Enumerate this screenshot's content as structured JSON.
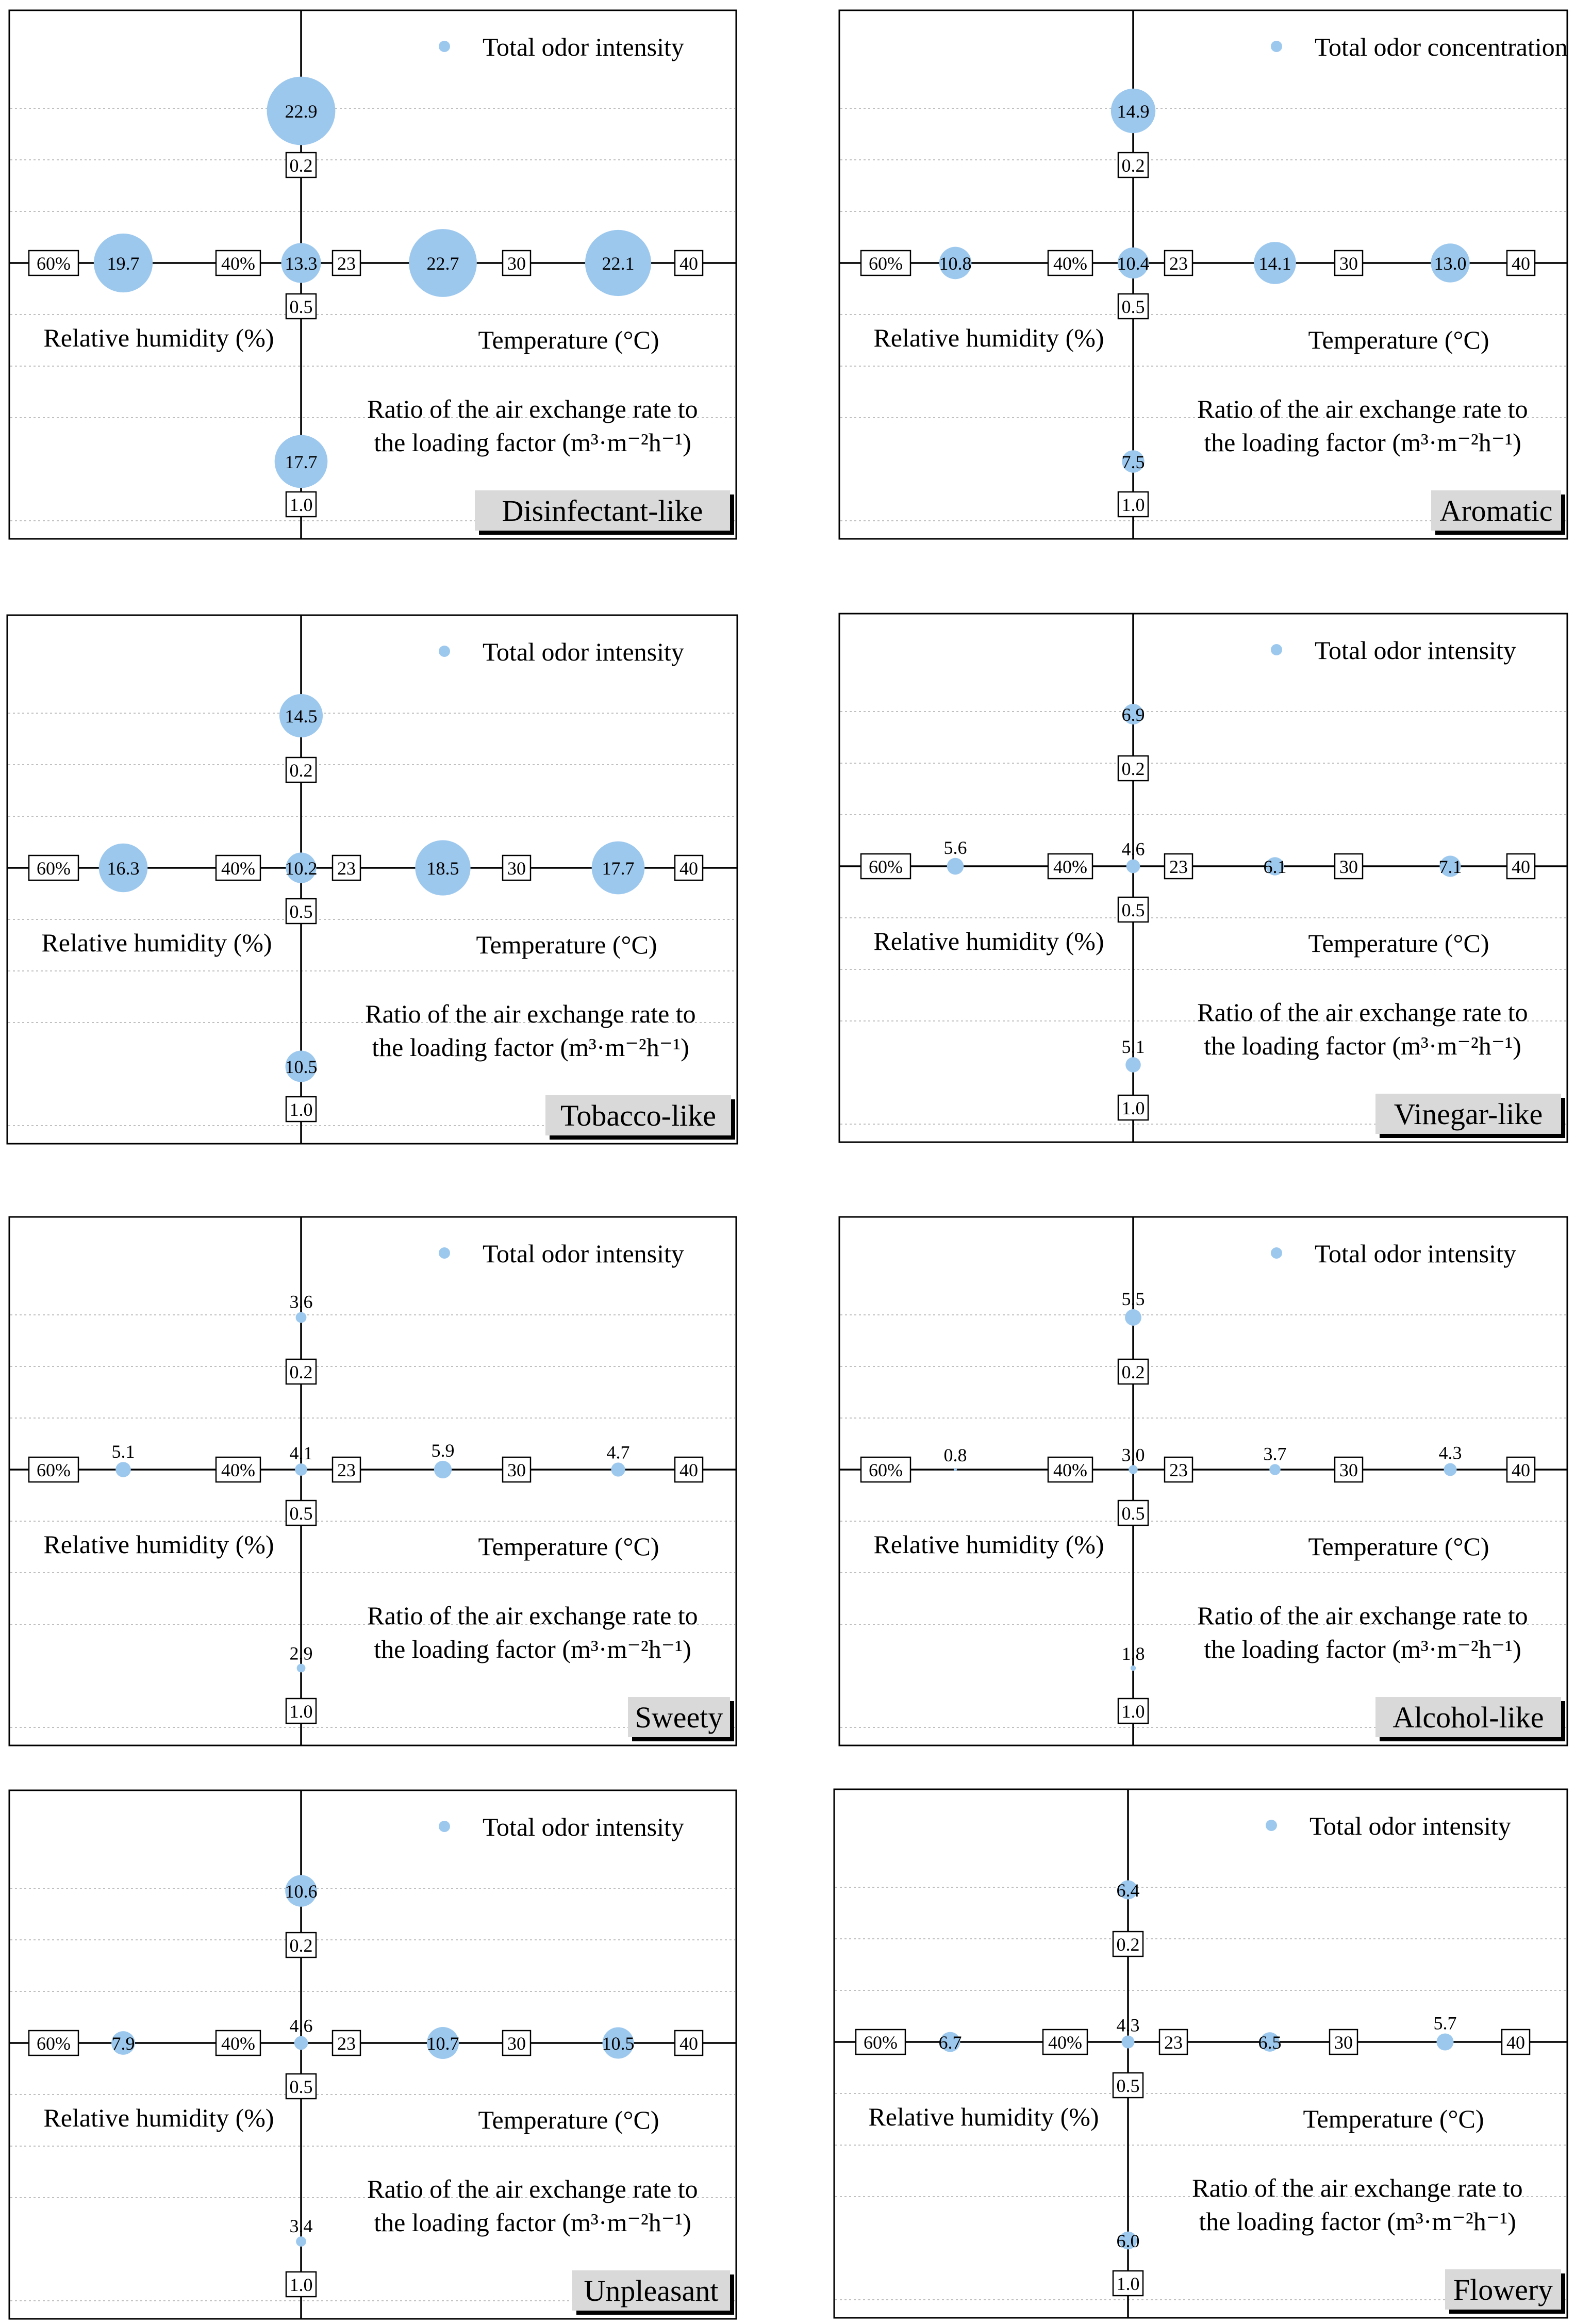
{
  "legend_marker_color": "#9dc8ee",
  "chart_data": [
    {
      "type": "scatter",
      "category": "Disinfectant-like",
      "legend": "Total odor intensity",
      "axis_titles": {
        "humidity": "Relative humidity (%)",
        "temperature": "Temperature (°C)",
        "ratio_line1": "Ratio of the air exchange rate to",
        "ratio_line2": "the loading factor (m³·m⁻²h⁻¹)"
      },
      "tick_labels": {
        "rh60": "60%",
        "rh40": "40%",
        "t23": "23",
        "t30": "30",
        "t40": "40",
        "r02": "0.2",
        "r05": "0.5",
        "r10": "1.0"
      },
      "points": [
        {
          "condition": "RH 60%",
          "value": 19.7,
          "label": "19.7"
        },
        {
          "condition": "RH 40% / 23 °C / 0.5",
          "value": 13.3,
          "label": "13.3"
        },
        {
          "condition": "30 °C",
          "value": 22.7,
          "label": "22.7"
        },
        {
          "condition": "40 °C",
          "value": 22.1,
          "label": "22.1"
        },
        {
          "condition": "0.2",
          "value": 22.9,
          "label": "22.9"
        },
        {
          "condition": "1.0",
          "value": 17.7,
          "label": "17.7"
        }
      ]
    },
    {
      "type": "scatter",
      "category": "Aromatic",
      "legend": "Total odor concentration",
      "axis_titles": {
        "humidity": "Relative humidity (%)",
        "temperature": "Temperature (°C)",
        "ratio_line1": "Ratio of the air exchange rate to",
        "ratio_line2": "the loading factor (m³·m⁻²h⁻¹)"
      },
      "tick_labels": {
        "rh60": "60%",
        "rh40": "40%",
        "t23": "23",
        "t30": "30",
        "t40": "40",
        "r02": "0.2",
        "r05": "0.5",
        "r10": "1.0"
      },
      "points": [
        {
          "condition": "RH 60%",
          "value": 10.8,
          "label": "10.8"
        },
        {
          "condition": "RH 40% / 23 °C / 0.5",
          "value": 10.4,
          "label": "10.4"
        },
        {
          "condition": "30 °C",
          "value": 14.1,
          "label": "14.1"
        },
        {
          "condition": "40 °C",
          "value": 13.0,
          "label": "13.0"
        },
        {
          "condition": "0.2",
          "value": 14.9,
          "label": "14.9"
        },
        {
          "condition": "1.0",
          "value": 7.5,
          "label": "7.5"
        }
      ]
    },
    {
      "type": "scatter",
      "category": "Tobacco-like",
      "legend": "Total odor intensity",
      "axis_titles": {
        "humidity": "Relative humidity (%)",
        "temperature": "Temperature (°C)",
        "ratio_line1": "Ratio of the air exchange rate to",
        "ratio_line2": "the loading factor (m³·m⁻²h⁻¹)"
      },
      "tick_labels": {
        "rh60": "60%",
        "rh40": "40%",
        "t23": "23",
        "t30": "30",
        "t40": "40",
        "r02": "0.2",
        "r05": "0.5",
        "r10": "1.0"
      },
      "points": [
        {
          "condition": "RH 60%",
          "value": 16.3,
          "label": "16.3"
        },
        {
          "condition": "RH 40% / 23 °C / 0.5",
          "value": 10.2,
          "label": "10.2"
        },
        {
          "condition": "30 °C",
          "value": 18.5,
          "label": "18.5"
        },
        {
          "condition": "40 °C",
          "value": 17.7,
          "label": "17.7"
        },
        {
          "condition": "0.2",
          "value": 14.5,
          "label": "14.5"
        },
        {
          "condition": "1.0",
          "value": 10.5,
          "label": "10.5"
        }
      ]
    },
    {
      "type": "scatter",
      "category": "Vinegar-like",
      "legend": "Total odor intensity",
      "axis_titles": {
        "humidity": "Relative humidity (%)",
        "temperature": "Temperature (°C)",
        "ratio_line1": "Ratio of the air exchange rate to",
        "ratio_line2": "the loading factor (m³·m⁻²h⁻¹)"
      },
      "tick_labels": {
        "rh60": "60%",
        "rh40": "40%",
        "t23": "23",
        "t30": "30",
        "t40": "40",
        "r02": "0.2",
        "r05": "0.5",
        "r10": "1.0"
      },
      "points": [
        {
          "condition": "RH 60%",
          "value": 5.6,
          "label": "5.6"
        },
        {
          "condition": "RH 40% / 23 °C / 0.5",
          "value": 4.6,
          "label": "4.6"
        },
        {
          "condition": "30 °C",
          "value": 6.1,
          "label": "6.1"
        },
        {
          "condition": "40 °C",
          "value": 7.1,
          "label": "7.1"
        },
        {
          "condition": "0.2",
          "value": 6.9,
          "label": "6.9"
        },
        {
          "condition": "1.0",
          "value": 5.1,
          "label": "5.1"
        }
      ]
    },
    {
      "type": "scatter",
      "category": "Sweety",
      "legend": "Total odor intensity",
      "axis_titles": {
        "humidity": "Relative humidity (%)",
        "temperature": "Temperature (°C)",
        "ratio_line1": "Ratio of the air exchange rate to",
        "ratio_line2": "the loading factor (m³·m⁻²h⁻¹)"
      },
      "tick_labels": {
        "rh60": "60%",
        "rh40": "40%",
        "t23": "23",
        "t30": "30",
        "t40": "40",
        "r02": "0.2",
        "r05": "0.5",
        "r10": "1.0"
      },
      "points": [
        {
          "condition": "RH 60%",
          "value": 5.1,
          "label": "5.1"
        },
        {
          "condition": "RH 40% / 23 °C / 0.5",
          "value": 4.1,
          "label": "4.1"
        },
        {
          "condition": "30 °C",
          "value": 5.9,
          "label": "5.9"
        },
        {
          "condition": "40 °C",
          "value": 4.7,
          "label": "4.7"
        },
        {
          "condition": "0.2",
          "value": 3.6,
          "label": "3.6"
        },
        {
          "condition": "1.0",
          "value": 2.9,
          "label": "2.9"
        }
      ]
    },
    {
      "type": "scatter",
      "category": "Alcohol-like",
      "legend": "Total odor intensity",
      "axis_titles": {
        "humidity": "Relative humidity (%)",
        "temperature": "Temperature (°C)",
        "ratio_line1": "Ratio of the air exchange rate to",
        "ratio_line2": "the loading factor (m³·m⁻²h⁻¹)"
      },
      "tick_labels": {
        "rh60": "60%",
        "rh40": "40%",
        "t23": "23",
        "t30": "30",
        "t40": "40",
        "r02": "0.2",
        "r05": "0.5",
        "r10": "1.0"
      },
      "points": [
        {
          "condition": "RH 60%",
          "value": 0.8,
          "label": "0.8"
        },
        {
          "condition": "RH 40% / 23 °C / 0.5",
          "value": 3.0,
          "label": "3.0"
        },
        {
          "condition": "30 °C",
          "value": 3.7,
          "label": "3.7"
        },
        {
          "condition": "40 °C",
          "value": 4.3,
          "label": "4.3"
        },
        {
          "condition": "0.2",
          "value": 5.5,
          "label": "5.5"
        },
        {
          "condition": "1.0",
          "value": 1.8,
          "label": "1.8"
        }
      ]
    },
    {
      "type": "scatter",
      "category": "Unpleasant",
      "legend": "Total odor intensity",
      "axis_titles": {
        "humidity": "Relative humidity (%)",
        "temperature": "Temperature (°C)",
        "ratio_line1": "Ratio of the air exchange rate to",
        "ratio_line2": "the loading factor (m³·m⁻²h⁻¹)"
      },
      "tick_labels": {
        "rh60": "60%",
        "rh40": "40%",
        "t23": "23",
        "t30": "30",
        "t40": "40",
        "r02": "0.2",
        "r05": "0.5",
        "r10": "1.0"
      },
      "points": [
        {
          "condition": "RH 60%",
          "value": 7.9,
          "label": "7.9"
        },
        {
          "condition": "RH 40% / 23 °C / 0.5",
          "value": 4.6,
          "label": "4.6"
        },
        {
          "condition": "30 °C",
          "value": 10.7,
          "label": "10.7"
        },
        {
          "condition": "40 °C",
          "value": 10.5,
          "label": "10.5"
        },
        {
          "condition": "0.2",
          "value": 10.6,
          "label": "10.6"
        },
        {
          "condition": "1.0",
          "value": 3.4,
          "label": "3.4"
        }
      ]
    },
    {
      "type": "scatter",
      "category": "Flowery",
      "legend": "Total odor intensity",
      "axis_titles": {
        "humidity": "Relative humidity (%)",
        "temperature": "Temperature (°C)",
        "ratio_line1": "Ratio of the air exchange rate to",
        "ratio_line2": "the loading factor (m³·m⁻²h⁻¹)"
      },
      "tick_labels": {
        "rh60": "60%",
        "rh40": "40%",
        "t23": "23",
        "t30": "30",
        "t40": "40",
        "r02": "0.2",
        "r05": "0.5",
        "r10": "1.0"
      },
      "points": [
        {
          "condition": "RH 60%",
          "value": 6.7,
          "label": "6.7"
        },
        {
          "condition": "RH 40% / 23 °C / 0.5",
          "value": 4.3,
          "label": "4.3"
        },
        {
          "condition": "30 °C",
          "value": 6.5,
          "label": "6.5"
        },
        {
          "condition": "40 °C",
          "value": 5.7,
          "label": "5.7"
        },
        {
          "condition": "0.2",
          "value": 6.4,
          "label": "6.4"
        },
        {
          "condition": "1.0",
          "value": 6.0,
          "label": "6.0"
        }
      ]
    }
  ]
}
